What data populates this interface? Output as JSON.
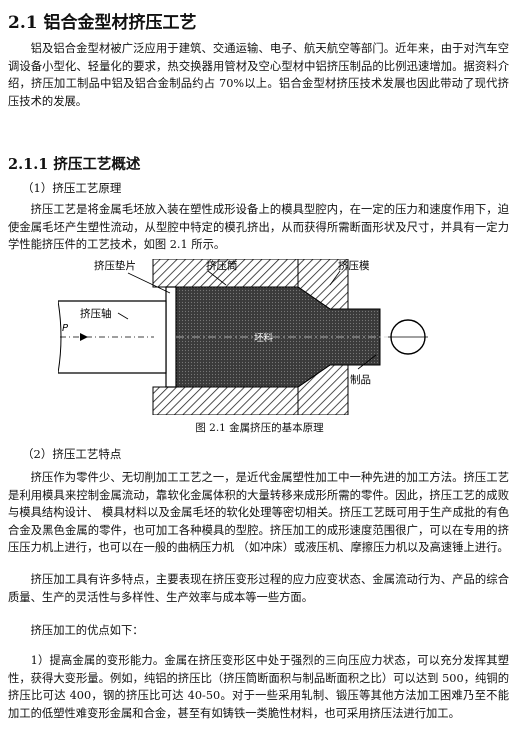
{
  "section": {
    "title": "2.1 铝合金型材挤压工艺",
    "intro": "铝及铝合金型材被广泛应用于建筑、交通运输、电子、航天航空等部门。近年来，由于对汽车空调设备小型化、轻量化的要求，热交换器用管材及空心型材中铝挤压制品的比例迅速增加。据资料介绍，挤压加工制品中铝及铝合金制品约占 70%以上。铝合金型材挤压技术发展也因此带动了现代挤压技术的发展。"
  },
  "subsection": {
    "title": "2.1.1  挤压工艺概述",
    "principle_heading": "（1）挤压工艺原理",
    "principle_text": "挤压工艺是将金属毛坯放入装在塑性成形设备上的模具型腔内，在一定的压力和速度作用下，迫使金属毛坯产生塑性流动，从型腔中特定的模孔挤出，从而获得所需断面形状及尺寸，并具有一定力学性能挤压件的工艺技术，如图 2.1 所示。",
    "features_heading": "（2）挤压工艺特点",
    "features_text_1": "挤压作为零件少、无切削加工工艺之一，是近代金属塑性加工中一种先进的加工方法。挤压工艺是利用模具来控制金属流动，靠软化金属体积的大量转移来成形所需的零件。因此，挤压工艺的成败与模具结构设计、 模具材料以及金属毛坯的软化处理等密切相关。挤压工艺既可用于生产成批的有色合金及黑色金属的零件，也可加工各种模具的型腔。挤压加工的成形速度范围很广，可以在专用的挤压压力机上进行，也可以在一般的曲柄压力机 （如冲床）或液压机、摩擦压力机以及高速锤上进行。",
    "features_text_2": "挤压加工具有许多特点，主要表现在挤压变形过程的应力应变状态、金属流动行为、产品的综合质量、生产的灵活性与多样性、生产效率与成本等一些方面。",
    "advantages_heading": "挤压加工的优点如下：",
    "advantage_1": "1）提高金属的变形能力。金属在挤压变形区中处于强烈的三向压应力状态，可以充分发挥其塑性，获得大变形量。例如，纯铝的挤压比（挤压筒断面积与制品断面积之比）可以达到 500，纯铜的挤压比可达 400，钢的挤压比可达 40-50。对于一些采用轧制、锻压等其他方法加工困难乃至不能加工的低塑性难变形金属和合金，甚至有如铸铁一类脆性材料，也可采用挤压法进行加工。"
  },
  "figure": {
    "caption": "图 2.1  金属挤压的基本原理",
    "labels": {
      "pad": "挤压垫片",
      "container": "挤压筒",
      "die": "挤压模",
      "ram": "挤压轴",
      "billet": "坯料",
      "product": "制品",
      "force": "P"
    }
  }
}
